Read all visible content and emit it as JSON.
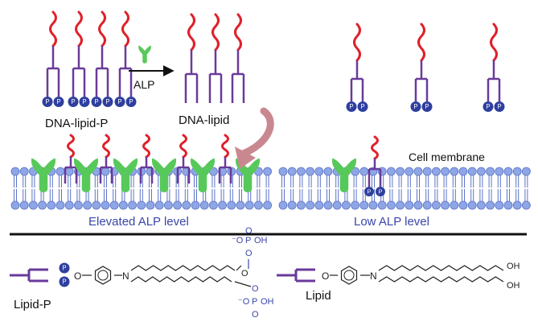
{
  "labels": {
    "dna_lipid_p": "DNA-lipid-P",
    "alp": "ALP",
    "dna_lipid": "DNA-lipid",
    "cell_membrane": "Cell membrane",
    "elevated": "Elevated ALP level",
    "low": "Low ALP level",
    "lipid_p": "Lipid-P",
    "lipid": "Lipid",
    "p": "P",
    "o": "O",
    "n": "N",
    "oh": "OH",
    "o_minus": "⁻O",
    "p_atom": "P",
    "o_atom": "O"
  },
  "colors": {
    "dna": "#e0202a",
    "linker": "#6a3a9a",
    "phosphate": "#2f3f9f",
    "enzyme": "#57c95a",
    "bilayer": "#8fa6e6",
    "bilayer_edge": "#5a73c6",
    "arrow_curve": "#c98890",
    "caption": "#3a46a8",
    "divider": "#111111",
    "chem": "#222222",
    "chem_phosphate": "#3a46a8"
  }
}
